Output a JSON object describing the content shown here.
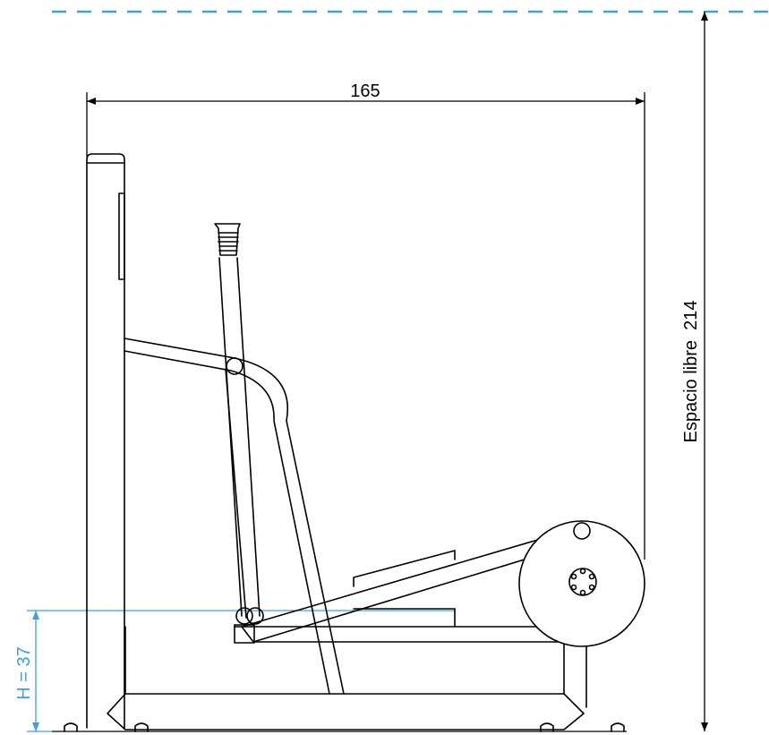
{
  "dimensions": {
    "width_label": "165",
    "clearance_label": "Espacio libre  214",
    "height_label": "H = 37"
  },
  "colors": {
    "drawing_line": "#000000",
    "dimension_line": "#000000",
    "highlight_blue": "#3aa0e8",
    "background": "#ffffff"
  }
}
